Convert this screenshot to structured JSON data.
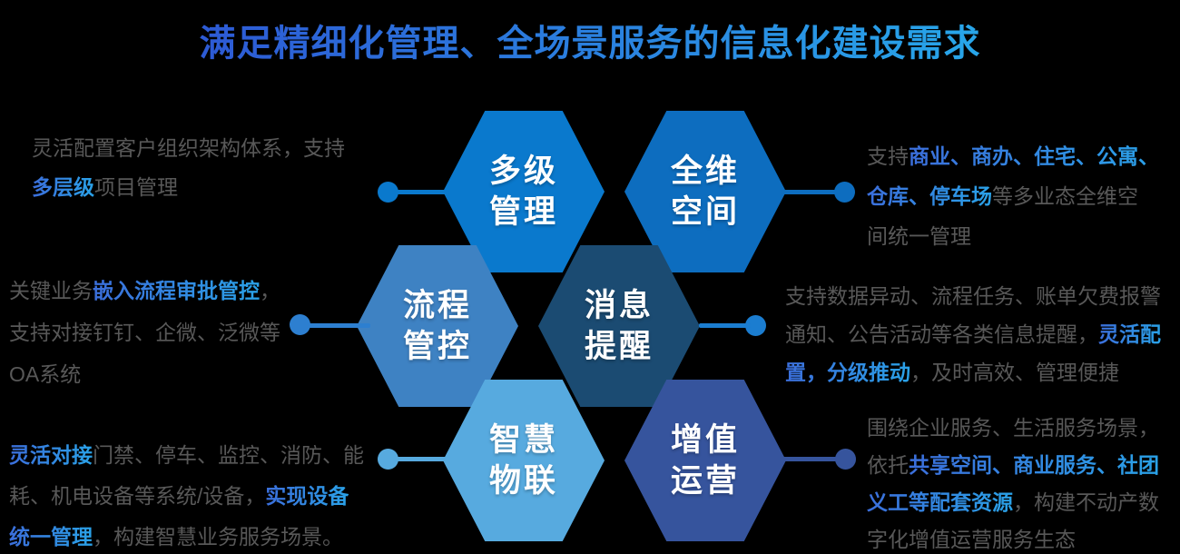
{
  "title": {
    "text": "满足精细化管理、全场景服务的信息化建设需求"
  },
  "colors": {
    "background": "#000000",
    "body_text": "#585858",
    "highlight_start": "#3b6edb",
    "highlight_end": "#2aa2e8",
    "title_start": "#2d5bd5",
    "title_end": "#28a5e9"
  },
  "hexagons": [
    {
      "line1": "多级",
      "line2": "管理",
      "color": "#0a79cd"
    },
    {
      "line1": "全维",
      "line2": "空间",
      "color": "#0d6dbf"
    },
    {
      "line1": "流程",
      "line2": "管控",
      "color": "#3e82c3"
    },
    {
      "line1": "消息",
      "line2": "提醒",
      "color": "#1b4b72"
    },
    {
      "line1": "智慧",
      "line2": "物联",
      "color": "#57aadf"
    },
    {
      "line1": "增值",
      "line2": "运营",
      "color": "#36549d"
    }
  ],
  "connectors": [
    {
      "color": "#0a79cd"
    },
    {
      "color": "#2d7fd0"
    },
    {
      "color": "#57aadf"
    },
    {
      "color": "#0d6dbf"
    },
    {
      "color": "#1b7dd0"
    },
    {
      "color": "#36549d"
    }
  ],
  "blocks": {
    "left": [
      {
        "lines": [
          [
            {
              "t": "灵活配置客户组织架构体系，支持",
              "h": false
            }
          ],
          [
            {
              "t": "多层级",
              "h": true
            },
            {
              "t": "项目管理",
              "h": false
            }
          ]
        ]
      },
      {
        "lines": [
          [
            {
              "t": "关键业务",
              "h": false
            },
            {
              "t": "嵌入流程审批管控",
              "h": true
            },
            {
              "t": "，",
              "h": false
            }
          ],
          [
            {
              "t": "支持对接钉钉、企微、泛微等",
              "h": false
            }
          ],
          [
            {
              "t": "OA系统",
              "h": false
            }
          ]
        ]
      },
      {
        "lines": [
          [
            {
              "t": "灵活对接",
              "h": true
            },
            {
              "t": "门禁、停车、监控、消防、能",
              "h": false
            }
          ],
          [
            {
              "t": "耗、机电设备等系统/设备，",
              "h": false
            },
            {
              "t": "实现设备",
              "h": true
            }
          ],
          [
            {
              "t": "统一管理",
              "h": true
            },
            {
              "t": "，构建智慧业务服务场景。",
              "h": false
            }
          ]
        ]
      }
    ],
    "right": [
      {
        "lines": [
          [
            {
              "t": "支持",
              "h": false
            },
            {
              "t": "商业、商办、住宅、公寓、",
              "h": true
            }
          ],
          [
            {
              "t": "仓库、停车场",
              "h": true
            },
            {
              "t": "等多业态全维空",
              "h": false
            }
          ],
          [
            {
              "t": "间统一管理",
              "h": false
            }
          ]
        ]
      },
      {
        "lines": [
          [
            {
              "t": "支持数据异动、流程任务、账单欠费报警",
              "h": false
            }
          ],
          [
            {
              "t": "通知、公告活动等各类信息提醒，",
              "h": false
            },
            {
              "t": "灵活配",
              "h": true
            }
          ],
          [
            {
              "t": "置，分级推动",
              "h": true
            },
            {
              "t": "，及时高效、管理便捷",
              "h": false
            }
          ]
        ]
      },
      {
        "lines": [
          [
            {
              "t": "围绕企业服务、生活服务场景，",
              "h": false
            }
          ],
          [
            {
              "t": "依托",
              "h": false
            },
            {
              "t": "共享空间、商业服务、社团",
              "h": true
            }
          ],
          [
            {
              "t": "义工等配套资源",
              "h": true
            },
            {
              "t": "，构建不动产数",
              "h": false
            }
          ],
          [
            {
              "t": "字化增值运营服务生态",
              "h": false
            }
          ]
        ]
      }
    ]
  }
}
